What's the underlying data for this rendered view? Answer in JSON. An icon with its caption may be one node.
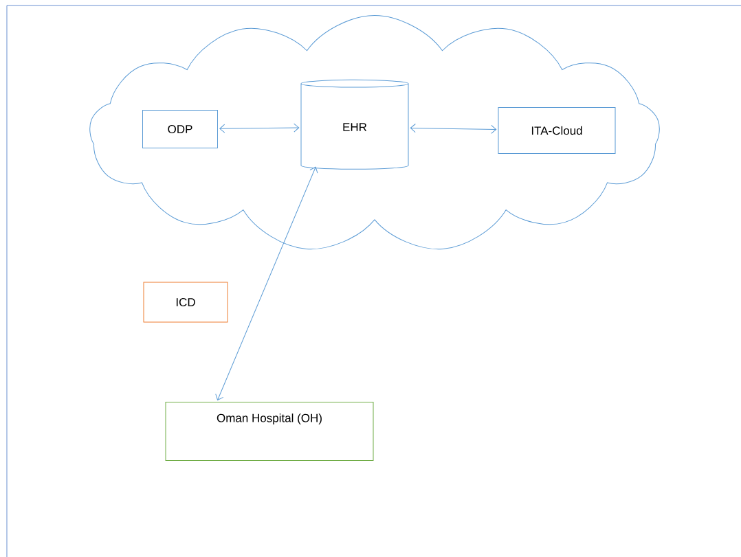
{
  "diagram": {
    "nodes": [
      {
        "text": [],
        "shape": "cloud"
      },
      {
        "text": [
          "ODP"
        ],
        "in": 0
      },
      {
        "text": [
          "EHR"
        ],
        "in": 0
      },
      {
        "text": [
          "ITA-Cloud"
        ],
        "in": 0
      },
      {
        "text": [
          "ICD"
        ]
      },
      {
        "text": [
          "Oman Hospital (OH)"
        ]
      }
    ],
    "edges": [
      {
        "from": 1,
        "to": 2,
        "arrow": "both"
      },
      {
        "from": 2,
        "to": 3,
        "arrow": "both"
      },
      {
        "from": 2,
        "to": 5,
        "arrow": "both"
      }
    ]
  }
}
